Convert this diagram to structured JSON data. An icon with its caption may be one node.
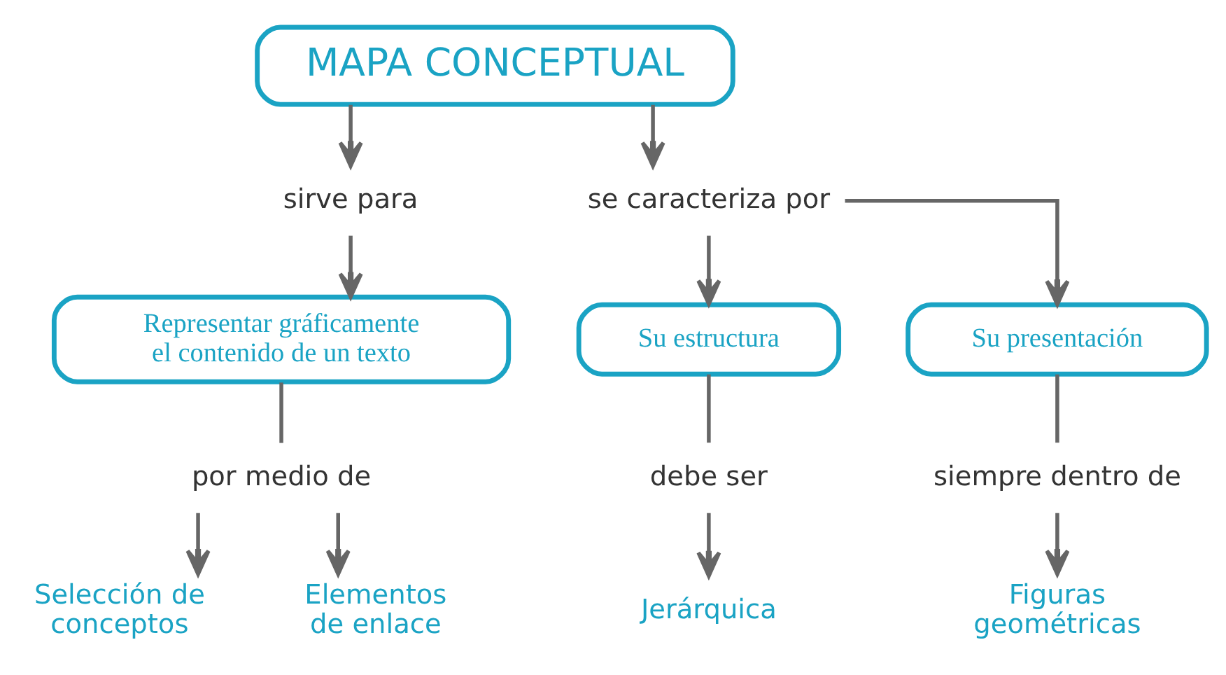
{
  "diagram": {
    "nodes": [
      {
        "text": [
          "MAPA CONCEPTUAL"
        ]
      },
      {
        "text": [
          "sirve para"
        ]
      },
      {
        "text": [
          "se caracteriza por"
        ]
      },
      {
        "text": [
          "Representar gráficamente el contenido de un texto"
        ]
      },
      {
        "text": [
          "Su estructura"
        ]
      },
      {
        "text": [
          "Su presentación"
        ]
      },
      {
        "text": [
          "por medio de"
        ]
      },
      {
        "text": [
          "debe ser"
        ]
      },
      {
        "text": [
          "siempre dentro de"
        ]
      },
      {
        "text": [
          "Selección de conceptos"
        ]
      },
      {
        "text": [
          "Elementos de enlace"
        ]
      },
      {
        "text": [
          "Jerárquica"
        ]
      },
      {
        "text": [
          "Figuras geométricas"
        ]
      }
    ],
    "edges": [
      {
        "from": 0,
        "to": 1,
        "arrow": "to"
      },
      {
        "from": 0,
        "to": 2,
        "arrow": "to"
      },
      {
        "from": 1,
        "to": 3,
        "arrow": "to"
      },
      {
        "from": 2,
        "to": 4,
        "arrow": "to"
      },
      {
        "from": 2,
        "to": 5,
        "arrow": "to"
      },
      {
        "from": 3,
        "to": 6,
        "arrow": "none"
      },
      {
        "from": 4,
        "to": 7,
        "arrow": "none"
      },
      {
        "from": 5,
        "to": 8,
        "arrow": "none"
      },
      {
        "from": 6,
        "to": 9,
        "arrow": "to"
      },
      {
        "from": 6,
        "to": 10,
        "arrow": "to"
      },
      {
        "from": 7,
        "to": 11,
        "arrow": "to"
      },
      {
        "from": 8,
        "to": 12,
        "arrow": "to"
      }
    ]
  }
}
